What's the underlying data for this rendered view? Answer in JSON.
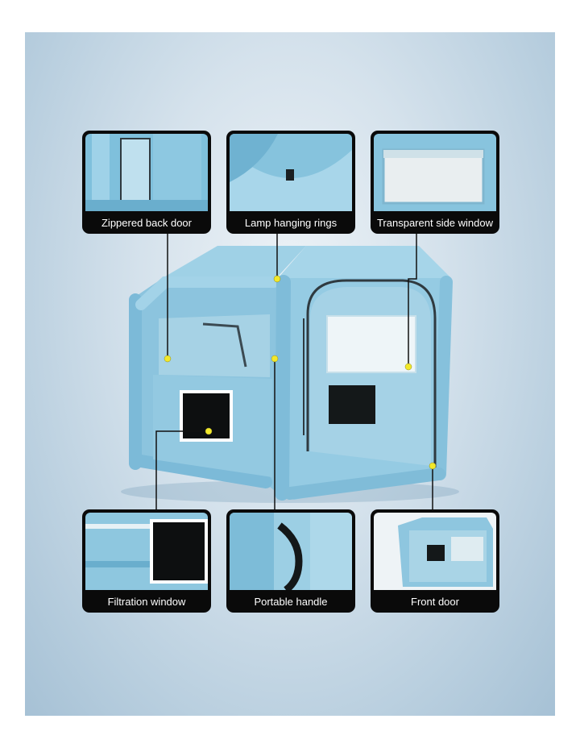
{
  "callouts": {
    "top": [
      "Zippered back door",
      "Lamp hanging rings",
      "Transparent side window"
    ],
    "bottom": [
      "Filtration window",
      "Portable handle",
      "Front door"
    ]
  },
  "colors": {
    "booth_main": "#8ec6df",
    "booth_shadow": "#6fb0cf",
    "caption_bg": "#0a0a0a",
    "caption_text": "#ffffff",
    "pointer_dot": "#f2e82b"
  }
}
